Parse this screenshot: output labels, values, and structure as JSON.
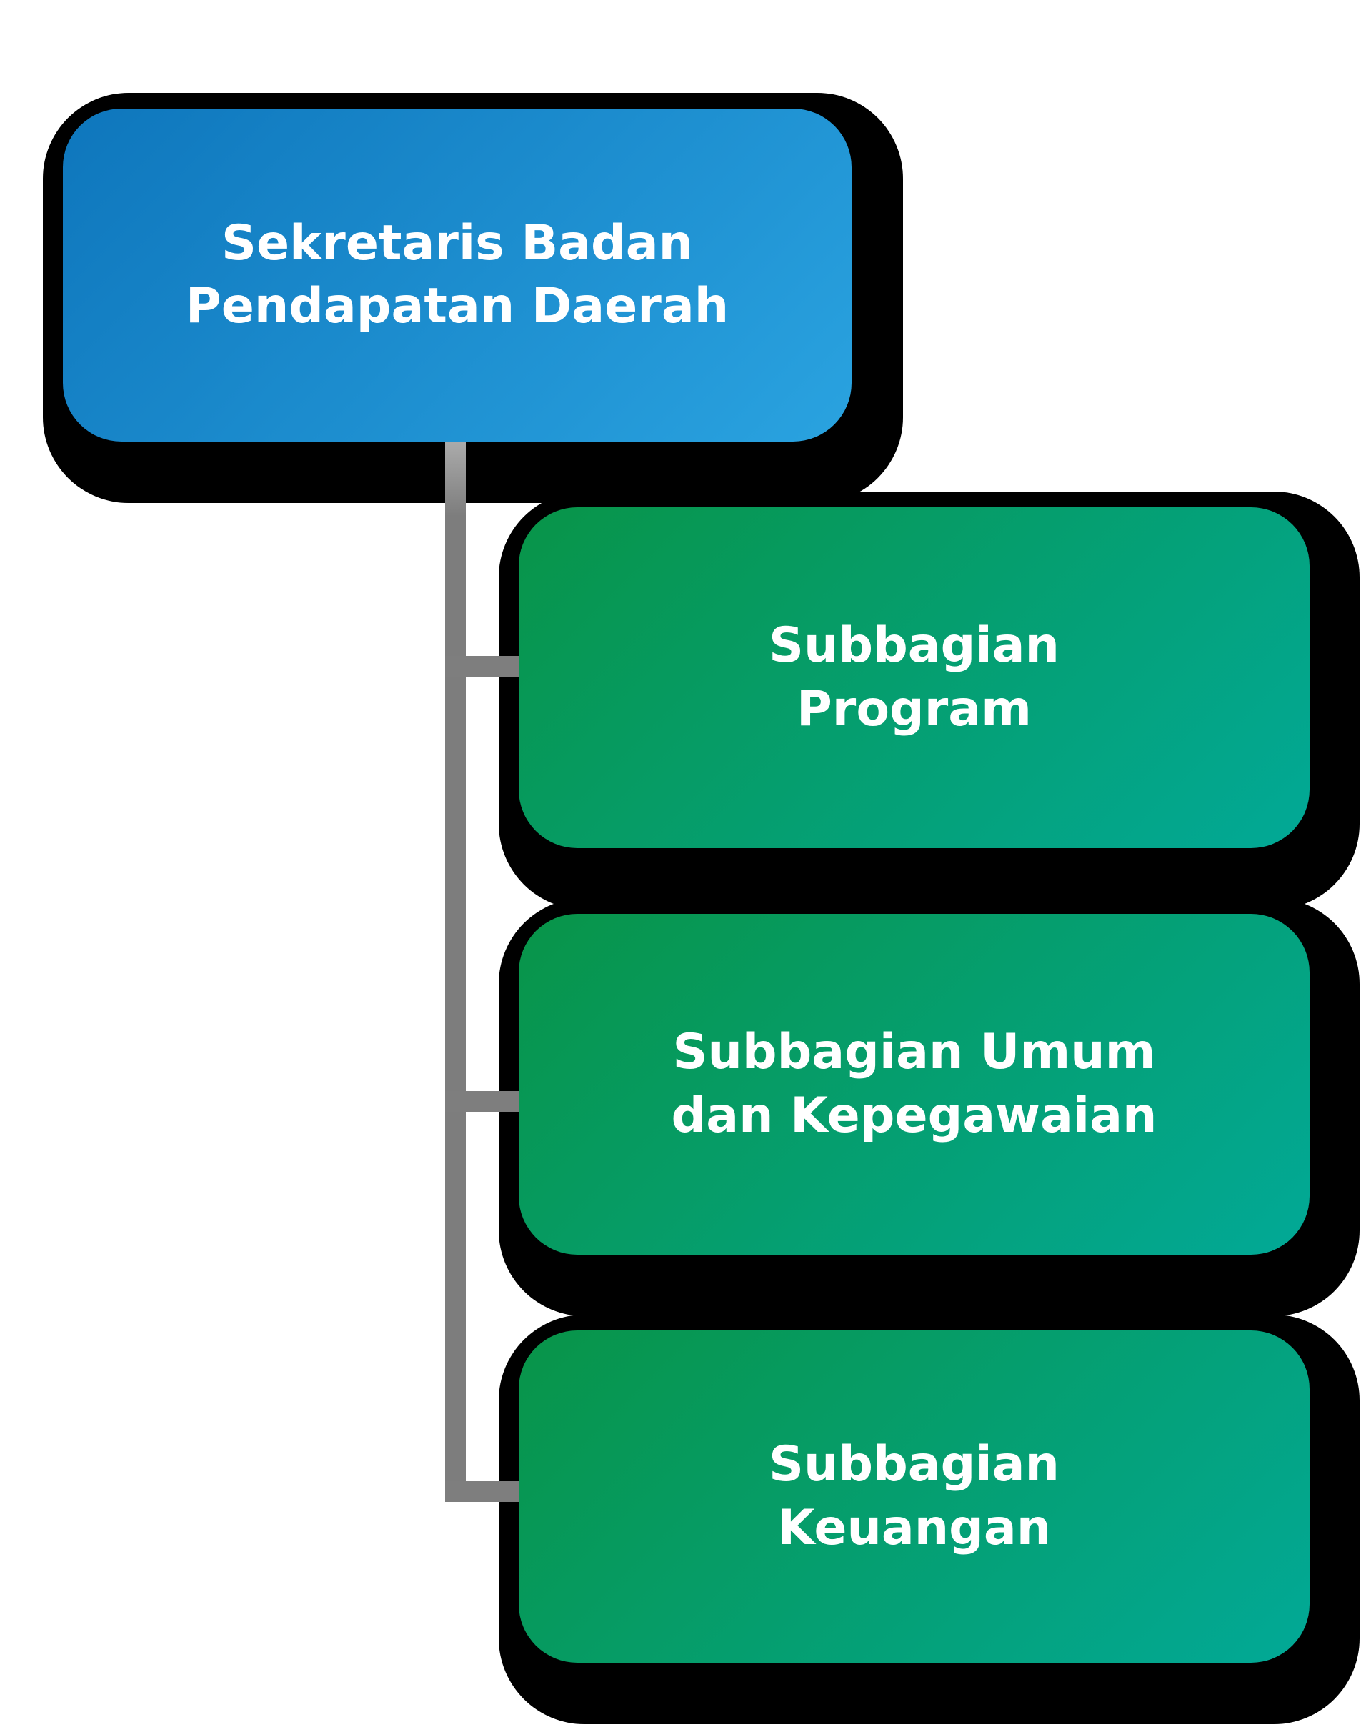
{
  "canvas": {
    "background": "#ffffff",
    "shadow_color": "#000000",
    "connector_color": "#7e7e7e",
    "text_color": "#ffffff"
  },
  "org_chart": {
    "nodes": [
      {
        "id": "sekretaris-badan-pendapatan-daerah",
        "lines": [
          "Sekretaris Badan",
          "Pendapatan Daerah"
        ],
        "gradient_start": "#0e76bc",
        "gradient_end": "#2aa3e0"
      },
      {
        "id": "subbagian-program",
        "lines": [
          "Subbagian",
          "Program"
        ],
        "gradient_start": "#089448",
        "gradient_end": "#02a997"
      },
      {
        "id": "subbagian-umum-dan-kepegawaian",
        "lines": [
          "Subbagian Umum",
          "dan Kepegawaian"
        ],
        "gradient_start": "#089448",
        "gradient_end": "#02a997"
      },
      {
        "id": "subbagian-keuangan",
        "lines": [
          "Subbagian",
          "Keuangan"
        ],
        "gradient_start": "#089448",
        "gradient_end": "#02a997"
      }
    ]
  }
}
